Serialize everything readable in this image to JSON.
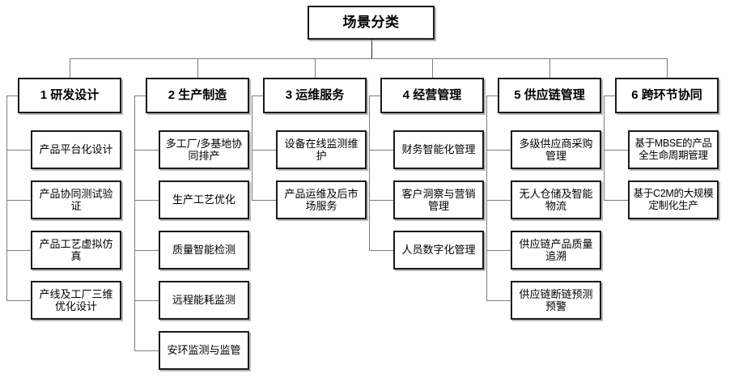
{
  "diagram": {
    "title": "场景分类",
    "type": "hierarchy-tree",
    "colors": {
      "box_border": "#1a1a1a",
      "box_fill": "#ffffff",
      "connector": "#7d7d7d",
      "text": "#000000",
      "background": "#ffffff"
    },
    "root": {
      "label": "场景分类"
    },
    "categories": [
      {
        "number": "1",
        "label": "1 研发设计",
        "children": [
          {
            "label": "产品平台化设计"
          },
          {
            "label": "产品协同测试验证"
          },
          {
            "label": "产品工艺虚拟仿真"
          },
          {
            "label": "产线及工厂三维优化设计"
          }
        ]
      },
      {
        "number": "2",
        "label": "2 生产制造",
        "children": [
          {
            "label": "多工厂/多基地协同排产"
          },
          {
            "label": "生产工艺优化"
          },
          {
            "label": "质量智能检测"
          },
          {
            "label": "远程能耗监测"
          },
          {
            "label": "安环监测与监管"
          }
        ]
      },
      {
        "number": "3",
        "label": "3 运维服务",
        "children": [
          {
            "label": "设备在线监测维护"
          },
          {
            "label": "产品运维及后市场服务"
          }
        ]
      },
      {
        "number": "4",
        "label": "4 经营管理",
        "children": [
          {
            "label": "财务智能化管理"
          },
          {
            "label": "客户洞察与营销管理"
          },
          {
            "label": "人员数字化管理"
          }
        ]
      },
      {
        "number": "5",
        "label": "5 供应链管理",
        "children": [
          {
            "label": "多级供应商采购管理"
          },
          {
            "label": "无人仓储及智能物流"
          },
          {
            "label": "供应链产品质量追溯"
          },
          {
            "label": "供应链断链预测预警"
          }
        ]
      },
      {
        "number": "6",
        "label": "6 跨环节协同",
        "children": [
          {
            "label": "基于MBSE的产品全生命周期管理"
          },
          {
            "label": "基于C2M的大规模定制化生产"
          }
        ]
      }
    ]
  }
}
